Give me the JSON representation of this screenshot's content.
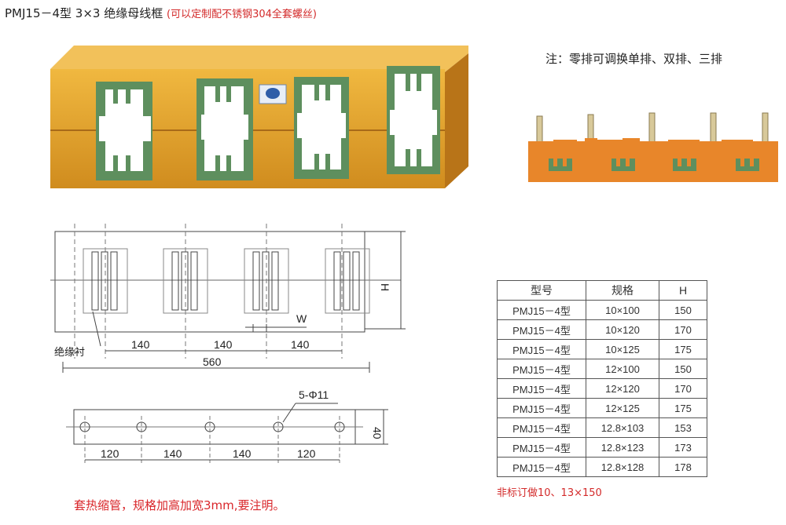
{
  "header": {
    "title": "PMJ15－4型 3×3  绝缘母线框",
    "subtitle": "(可以定制配不锈钢304全套螺丝)"
  },
  "note": "注：零排可调换单排、双排、三排",
  "drawing_top": {
    "label_insulator": "绝缘衬",
    "dim_h": "H",
    "dim_w": "W",
    "dim_spacing_1": "140",
    "dim_spacing_2": "140",
    "dim_spacing_3": "140",
    "dim_total": "560"
  },
  "drawing_bottom": {
    "hole_label": "5-Φ11",
    "dim_height": "40",
    "dims": [
      "120",
      "140",
      "140",
      "120"
    ]
  },
  "table": {
    "headers": [
      "型号",
      "规格",
      "H"
    ],
    "rows": [
      [
        "PMJ15－4型",
        "10×100",
        "150"
      ],
      [
        "PMJ15－4型",
        "10×120",
        "170"
      ],
      [
        "PMJ15－4型",
        "10×125",
        "175"
      ],
      [
        "PMJ15－4型",
        "12×100",
        "150"
      ],
      [
        "PMJ15－4型",
        "12×120",
        "170"
      ],
      [
        "PMJ15－4型",
        "12×125",
        "175"
      ],
      [
        "PMJ15－4型",
        "12.8×103",
        "153"
      ],
      [
        "PMJ15－4型",
        "12.8×123",
        "173"
      ],
      [
        "PMJ15－4型",
        "12.8×128",
        "178"
      ]
    ],
    "footnote": "非标订做10、13×150"
  },
  "footer": "套热缩管，规格加高加宽3mm,要注明。",
  "colors": {
    "frame": "#e0a02a",
    "insert": "#5e8f5e",
    "red": "#d32a2a"
  }
}
